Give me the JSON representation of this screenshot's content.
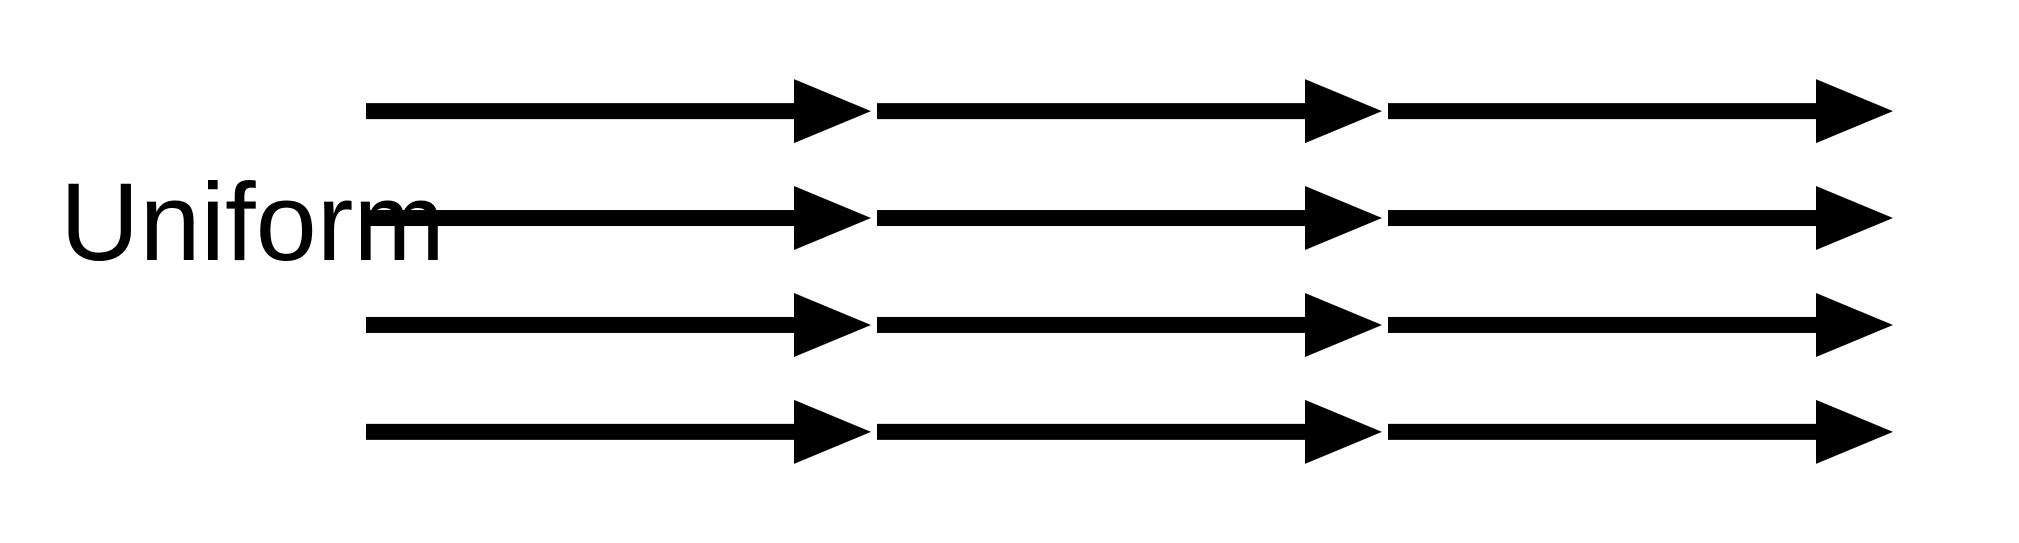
{
  "field_label": "Uniform",
  "field": {
    "kind": "uniform-vector-field",
    "rows": 4,
    "columns": 3,
    "direction": "right",
    "arrow_color": "#000000",
    "background": "#ffffff"
  }
}
